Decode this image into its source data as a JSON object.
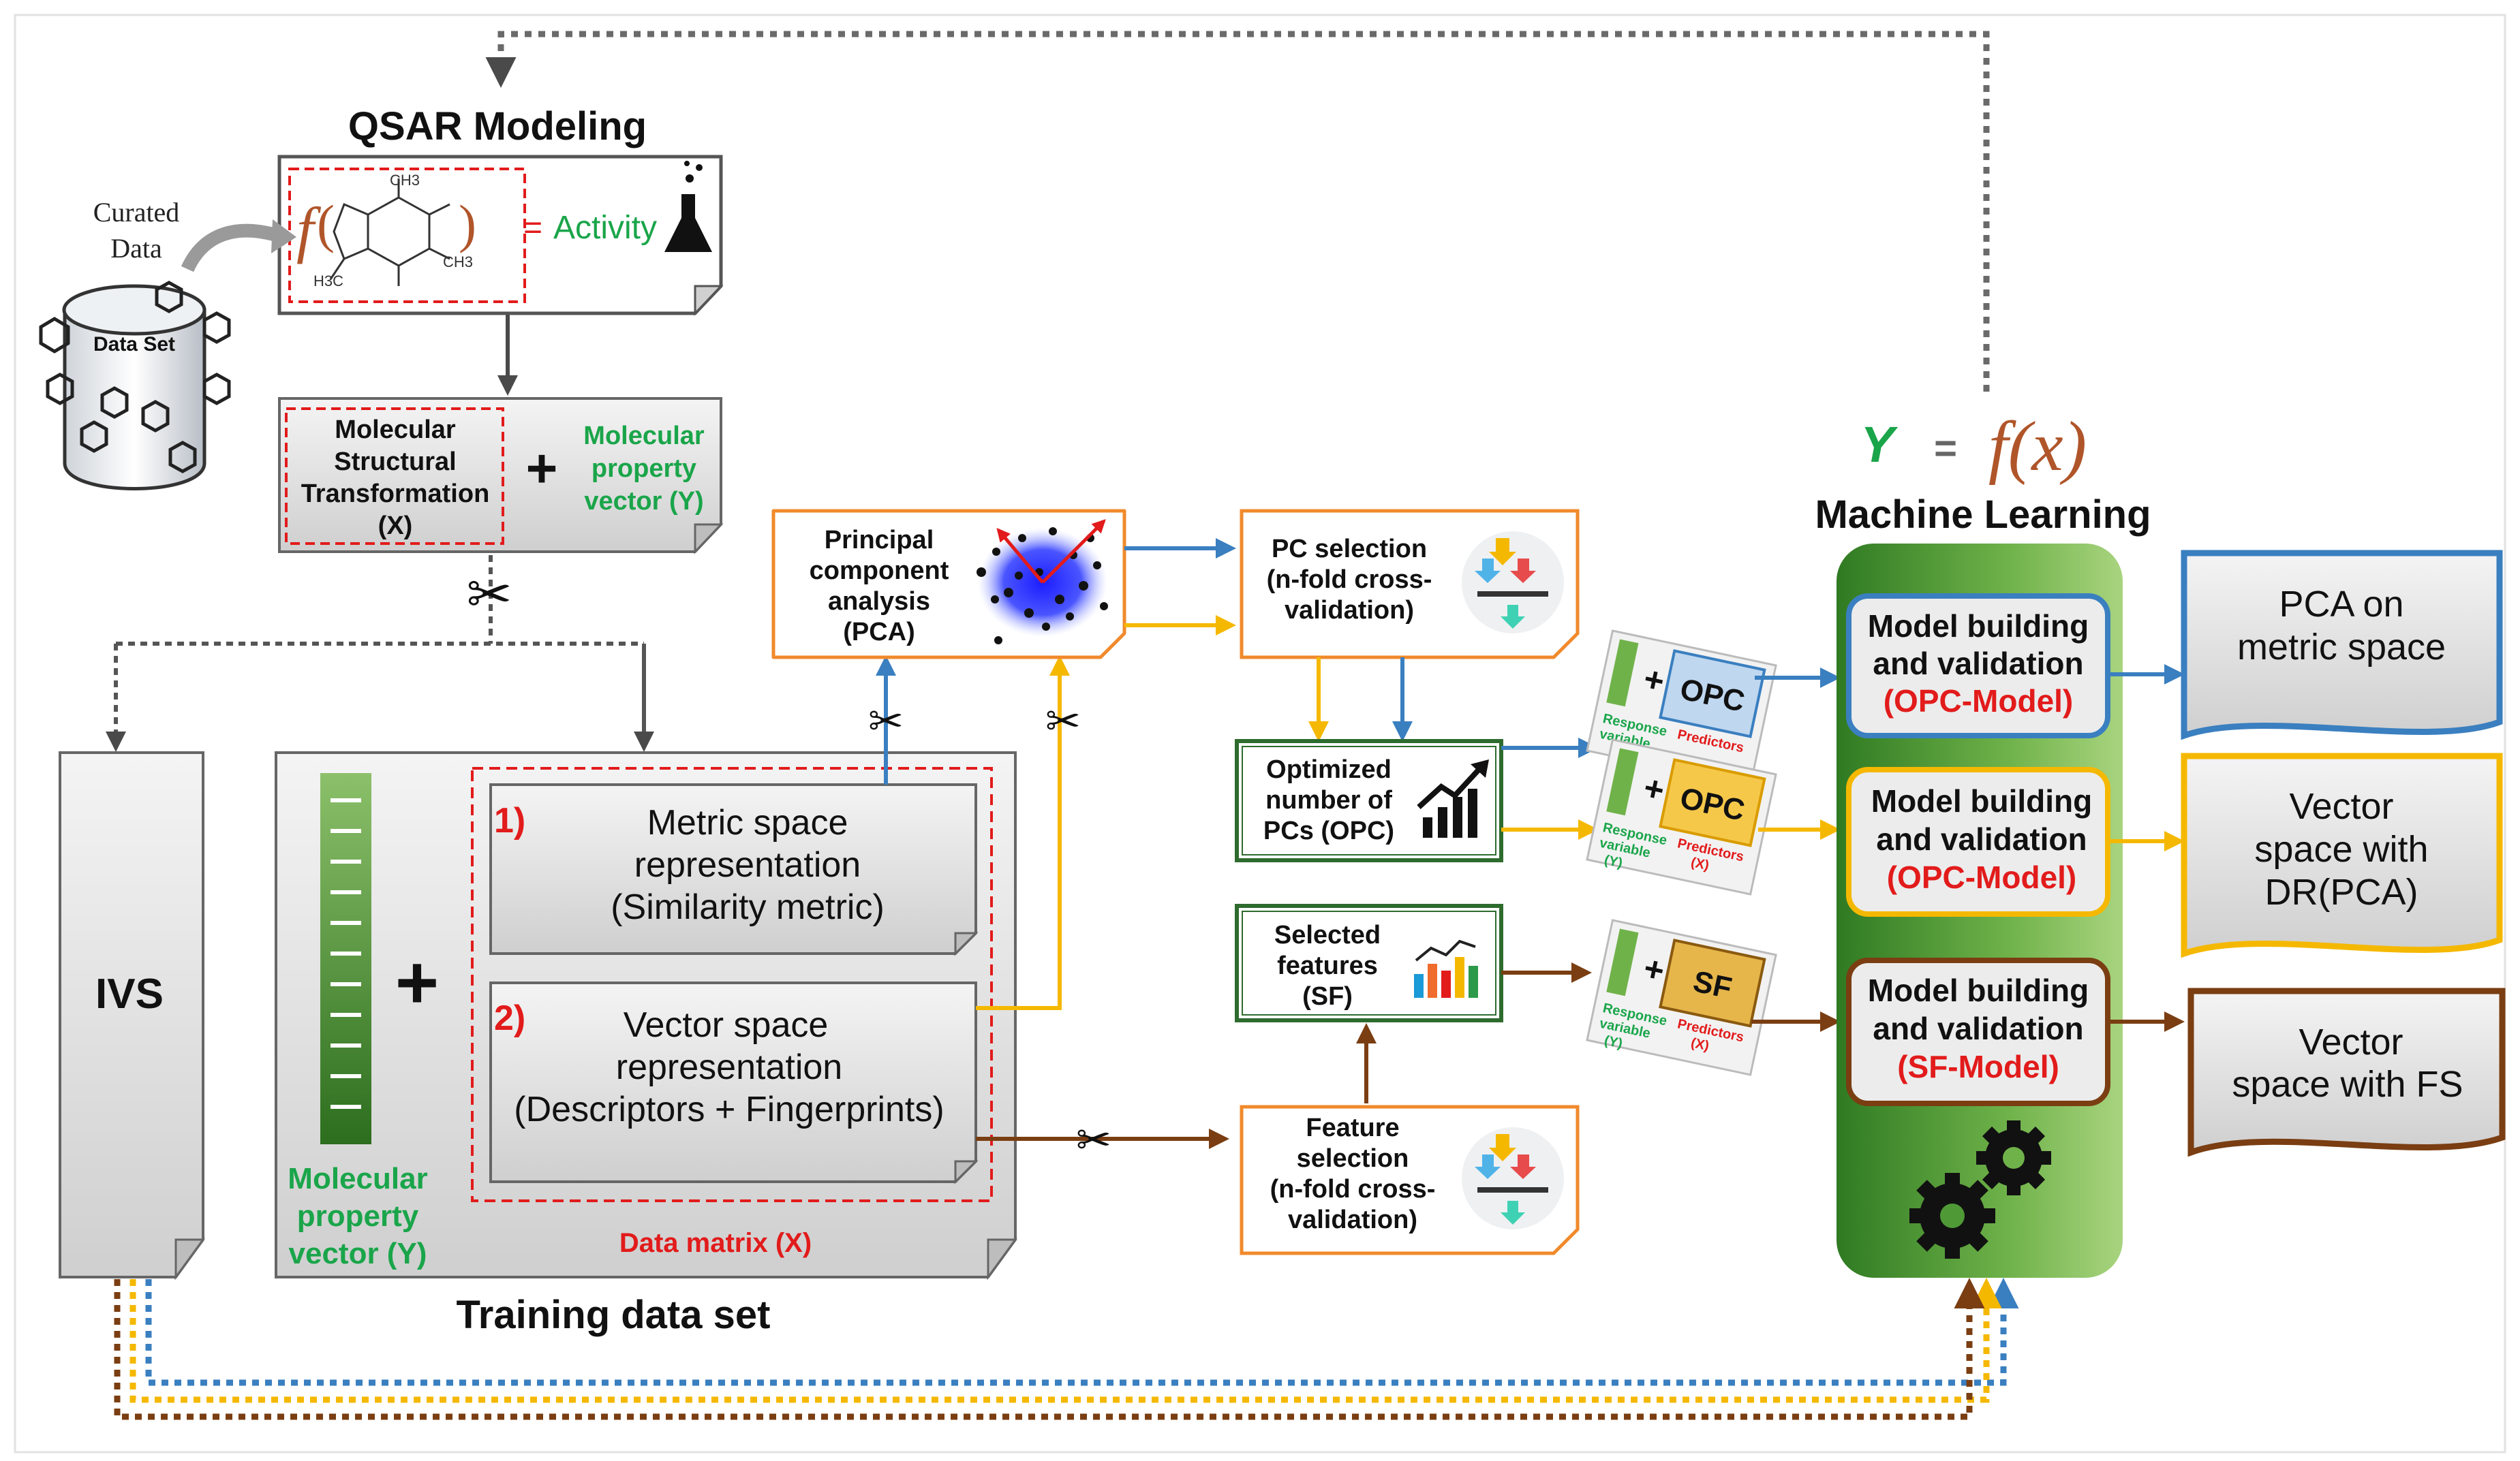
{
  "qsar": {
    "title": "QSAR Modeling",
    "curated_line1": "Curated",
    "curated_line2": "Data",
    "dataset_label": "Data Set",
    "f_symbol": "f",
    "equals": "=",
    "activity": "Activity",
    "ch3_top": "CH3",
    "ch3_right": "CH3",
    "h3c_left": "H3C"
  },
  "transform": {
    "line1": "Molecular",
    "line2": "Structural",
    "line3": "Transformation",
    "line4": "(X)",
    "plus": "+",
    "prop1": "Molecular",
    "prop2": "property",
    "prop3": "vector (Y)"
  },
  "ivs": {
    "label": "IVS"
  },
  "training": {
    "title": "Training data set",
    "plus": "+",
    "prop1": "Molecular",
    "prop2": "property",
    "prop3": "vector (Y)",
    "matrix_label": "Data matrix (X)",
    "rep1_num": "1)",
    "rep1_l1": "Metric space",
    "rep1_l2": "representation",
    "rep1_l3": "(Similarity metric)",
    "rep2_num": "2)",
    "rep2_l1": "Vector space",
    "rep2_l2": "representation",
    "rep2_l3": "(Descriptors + Fingerprints)"
  },
  "pca": {
    "l1": "Principal",
    "l2": "component",
    "l3": "analysis",
    "l4": "(PCA)"
  },
  "pcsel": {
    "l1": "PC selection",
    "l2": "(n-fold cross-",
    "l3": "validation)"
  },
  "opc": {
    "l1": "Optimized",
    "l2": "number of",
    "l3": "PCs (OPC)"
  },
  "sf": {
    "l1": "Selected",
    "l2": "features",
    "l3": "(SF)"
  },
  "fsel": {
    "l1": "Feature",
    "l2": "selection",
    "l3": "(n-fold cross-",
    "l4": "validation)"
  },
  "mini": {
    "opc_tag": "OPC",
    "sf_tag": "SF",
    "response": "Response",
    "variable": "variable",
    "y": "(Y)",
    "predictors": "Predictors",
    "x": "(X)"
  },
  "ml": {
    "eq_y": "Y",
    "eq_equals": "=",
    "eq_fx": "f(x)",
    "title": "Machine Learning",
    "mb1_l1": "Model building",
    "mb1_l2": "and validation",
    "mb1_l3": "(OPC-Model)",
    "mb2_l1": "Model building",
    "mb2_l2": "and validation",
    "mb2_l3": "(OPC-Model)",
    "mb3_l1": "Model building",
    "mb3_l2": "and validation",
    "mb3_l3": "(SF-Model)"
  },
  "outputs": {
    "o1_l1": "PCA on",
    "o1_l2": "metric space",
    "o2_l1": "Vector",
    "o2_l2": "space with",
    "o2_l3": "DR(PCA)",
    "o3_l1": "Vector",
    "o3_l2": "space with FS"
  },
  "colors": {
    "blue": "#3a7fc0",
    "yellow": "#f5b800",
    "brown": "#7a3e12",
    "green_text": "#1aa54a",
    "red": "#e21b1b",
    "orange_border": "#f08a2c",
    "dark_green_border": "#2e6b2e"
  }
}
